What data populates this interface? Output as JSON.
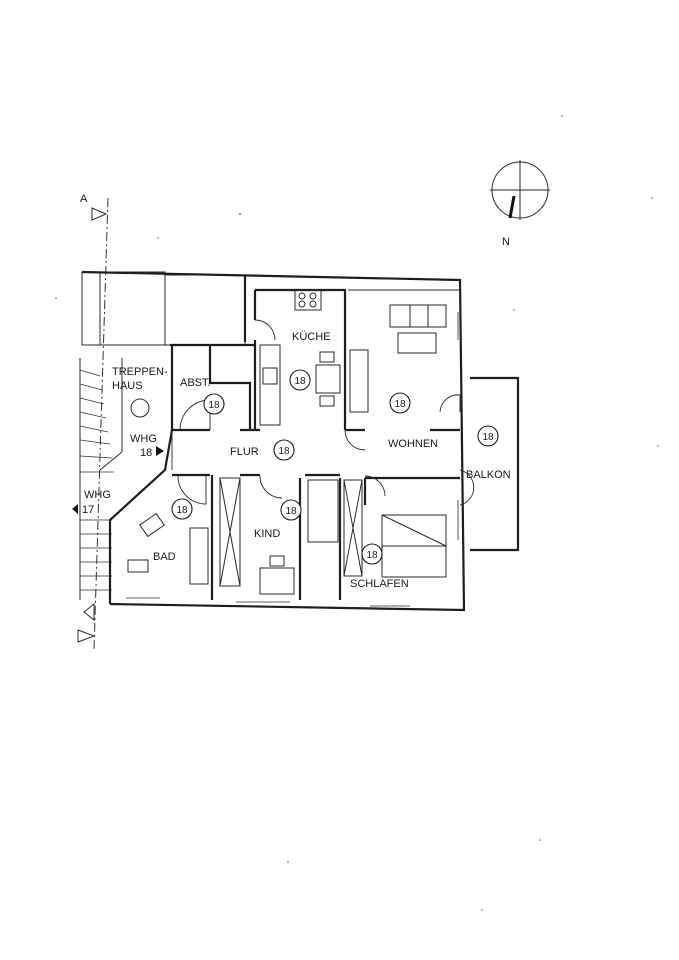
{
  "compass": {
    "north_label": "N"
  },
  "section": {
    "marker_label": "A"
  },
  "rooms": [
    {
      "id": "treppenhaus",
      "label_line1": "TREPPEN-",
      "label_line2": "HAUS"
    },
    {
      "id": "abst",
      "label": "ABST.",
      "unit": "18"
    },
    {
      "id": "kueche",
      "label": "KÜCHE",
      "unit": "18"
    },
    {
      "id": "wohnen",
      "label": "WOHNEN",
      "unit": "18"
    },
    {
      "id": "balkon",
      "label": "BALKON",
      "unit": "18"
    },
    {
      "id": "flur",
      "label": "FLUR",
      "unit": "18"
    },
    {
      "id": "bad",
      "label": "BAD",
      "unit": "18"
    },
    {
      "id": "kind",
      "label": "KIND",
      "unit": "18"
    },
    {
      "id": "schlafen",
      "label": "SCHLAFEN",
      "unit": "18"
    }
  ],
  "apartments": [
    {
      "label": "WHG",
      "number": "18"
    },
    {
      "label": "WHG",
      "number": "17"
    }
  ]
}
